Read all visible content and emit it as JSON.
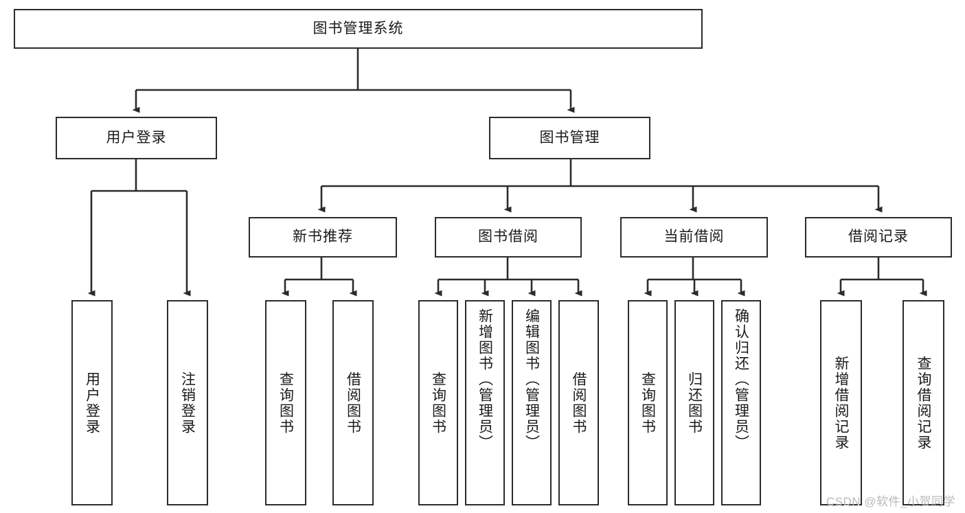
{
  "diagram": {
    "title_node": {
      "label": "图书管理系统"
    },
    "level2": [
      {
        "id": "user-login",
        "label": "用户登录"
      },
      {
        "id": "book-manage",
        "label": "图书管理"
      }
    ],
    "level3": [
      {
        "id": "new-book-recommend",
        "label": "新书推荐"
      },
      {
        "id": "book-borrow",
        "label": "图书借阅"
      },
      {
        "id": "current-borrow",
        "label": "当前借阅"
      },
      {
        "id": "borrow-record",
        "label": "借阅记录"
      }
    ],
    "leaves": {
      "user_login": [
        {
          "id": "leaf-user-login",
          "label": "用户登录"
        },
        {
          "id": "leaf-logout-login",
          "label": "注销登录"
        }
      ],
      "new_book_recommend": [
        {
          "id": "leaf-query-book-1",
          "label": "查询图书"
        },
        {
          "id": "leaf-borrow-book-1",
          "label": "借阅图书"
        }
      ],
      "book_borrow": [
        {
          "id": "leaf-query-book-2",
          "label": "查询图书"
        },
        {
          "id": "leaf-add-book",
          "label": "新增图书（管理员）"
        },
        {
          "id": "leaf-edit-book",
          "label": "编辑图书（管理员）"
        },
        {
          "id": "leaf-borrow-book-2",
          "label": "借阅图书"
        }
      ],
      "current_borrow": [
        {
          "id": "leaf-query-book-3",
          "label": "查询图书"
        },
        {
          "id": "leaf-return-book",
          "label": "归还图书"
        },
        {
          "id": "leaf-confirm-return",
          "label": "确认归还（管理员）"
        }
      ],
      "borrow_record": [
        {
          "id": "leaf-add-record",
          "label": "新增借阅记录"
        },
        {
          "id": "leaf-query-record",
          "label": "查询借阅记录"
        }
      ]
    },
    "watermark": "CSDN @软件_小贺同学",
    "colors": {
      "border": "#2b2b2b",
      "background": "#ffffff",
      "text": "#1a1a1a",
      "watermark": "#b9b9b9"
    }
  }
}
